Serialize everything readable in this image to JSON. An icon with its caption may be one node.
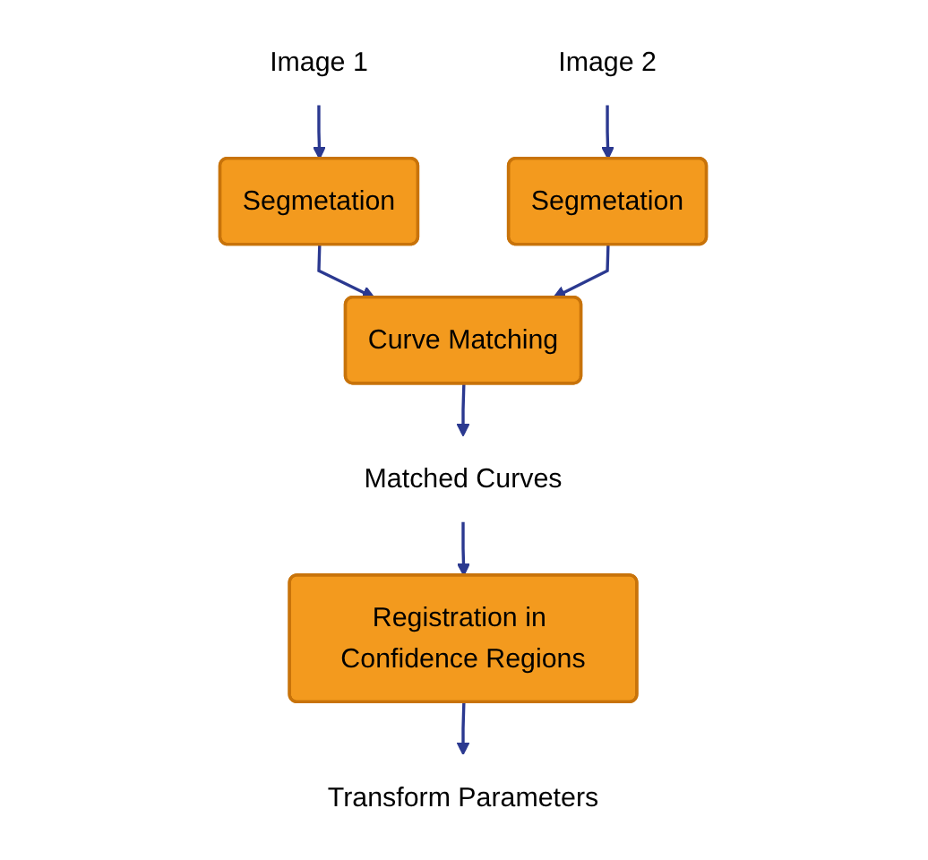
{
  "diagram": {
    "nodes": [
      {
        "text": [
          "Image 1"
        ]
      },
      {
        "text": [
          "Image 2"
        ]
      },
      {
        "text": [
          "Segmetation"
        ]
      },
      {
        "text": [
          "Segmetation"
        ]
      },
      {
        "text": [
          "Curve Matching"
        ]
      },
      {
        "text": [
          "Matched Curves"
        ]
      },
      {
        "text": [
          "Registration in Confidence Regions"
        ]
      },
      {
        "text": [
          "Transform Parameters"
        ]
      }
    ],
    "edges": [
      {
        "from": 0,
        "to": 2,
        "arrow": "to"
      },
      {
        "from": 1,
        "to": 3,
        "arrow": "to"
      },
      {
        "from": 2,
        "to": 4,
        "arrow": "to"
      },
      {
        "from": 3,
        "to": 4,
        "arrow": "to"
      },
      {
        "from": 4,
        "to": 5,
        "arrow": "to"
      },
      {
        "from": 5,
        "to": 6,
        "arrow": "to"
      },
      {
        "from": 6,
        "to": 7,
        "arrow": "to"
      }
    ]
  }
}
